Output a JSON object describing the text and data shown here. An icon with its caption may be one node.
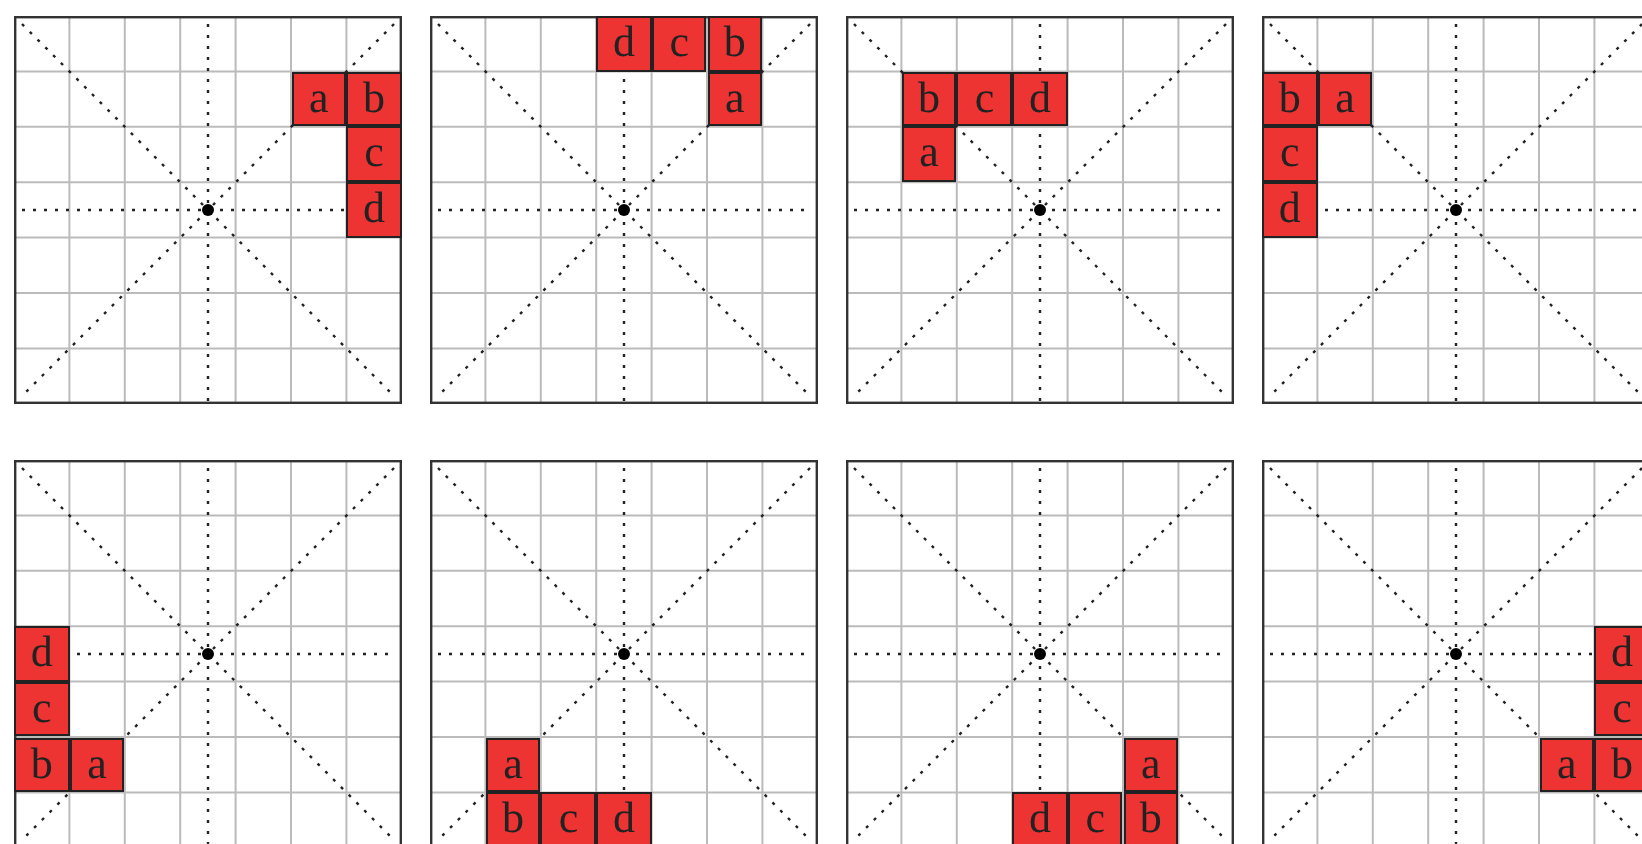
{
  "diagram": {
    "nodes": [
      {
        "text": [
          "a"
        ]
      },
      {
        "text": [
          "b"
        ]
      },
      {
        "text": [
          "c"
        ]
      },
      {
        "text": [
          "d"
        ]
      },
      {
        "text": [
          "d"
        ]
      },
      {
        "text": [
          "c"
        ]
      },
      {
        "text": [
          "b"
        ]
      },
      {
        "text": [
          "a"
        ]
      },
      {
        "text": [
          "b"
        ]
      },
      {
        "text": [
          "c"
        ]
      },
      {
        "text": [
          "d"
        ]
      },
      {
        "text": [
          "a"
        ]
      },
      {
        "text": [
          "b"
        ]
      },
      {
        "text": [
          "a"
        ]
      },
      {
        "text": [
          "c"
        ]
      },
      {
        "text": [
          "d"
        ]
      },
      {
        "text": [
          "d"
        ]
      },
      {
        "text": [
          "c"
        ]
      },
      {
        "text": [
          "b"
        ]
      },
      {
        "text": [
          "a"
        ]
      },
      {
        "text": [
          "a"
        ]
      },
      {
        "text": [
          "b"
        ]
      },
      {
        "text": [
          "c"
        ]
      },
      {
        "text": [
          "d"
        ]
      },
      {
        "text": [
          "a"
        ]
      },
      {
        "text": [
          "d"
        ]
      },
      {
        "text": [
          "c"
        ]
      },
      {
        "text": [
          "b"
        ]
      },
      {
        "text": [
          "d"
        ]
      },
      {
        "text": [
          "c"
        ]
      },
      {
        "text": [
          "a"
        ]
      },
      {
        "text": [
          "b"
        ]
      }
    ]
  }
}
